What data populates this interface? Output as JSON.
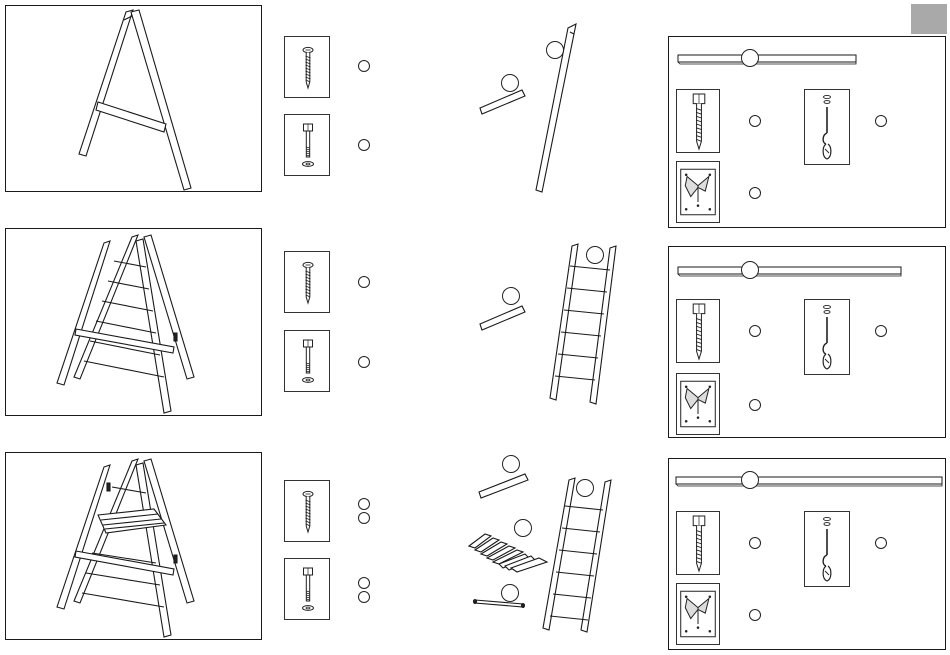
{
  "page": {
    "background": "#ffffff",
    "line_color": "#1a1a1a",
    "tab_color": "#a9a9a9"
  },
  "steps": [
    {
      "illustration": "a-frame-icon",
      "hardware": [
        {
          "icon": "wood-screw-icon",
          "callouts": 1
        },
        {
          "icon": "hex-bolt-washer-icon",
          "callouts": 1
        }
      ],
      "parts": [
        "crossbar-board-icon",
        "ladder-rail-icon"
      ],
      "kit": {
        "beam": "long-beam-icon",
        "items": [
          "lag-screw-icon",
          "swing-hook-icon",
          "corner-bracket-icon"
        ]
      }
    },
    {
      "illustration": "a-frame-ladder-icon",
      "hardware": [
        {
          "icon": "wood-screw-icon",
          "callouts": 1
        },
        {
          "icon": "hex-bolt-washer-icon",
          "callouts": 1
        }
      ],
      "parts": [
        "crossbar-board-icon",
        "ladder-icon"
      ],
      "kit": {
        "beam": "long-beam-icon",
        "items": [
          "lag-screw-icon",
          "swing-hook-icon",
          "corner-bracket-icon"
        ]
      }
    },
    {
      "illustration": "a-frame-ladder-platform-icon",
      "hardware": [
        {
          "icon": "wood-screw-icon",
          "callouts": 2
        },
        {
          "icon": "hex-bolt-washer-icon",
          "callouts": 2
        }
      ],
      "parts": [
        "crossbar-board-icon",
        "deck-slats-icon",
        "round-rod-icon",
        "ladder-icon"
      ],
      "kit": {
        "beam": "long-beam-icon",
        "items": [
          "lag-screw-icon",
          "swing-hook-icon",
          "corner-bracket-icon"
        ]
      }
    }
  ]
}
